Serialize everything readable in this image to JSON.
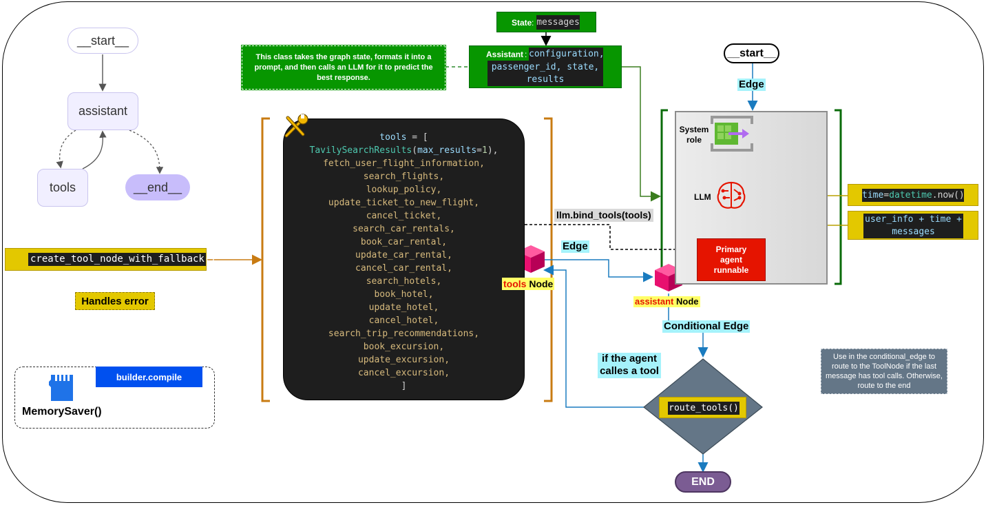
{
  "langgraph": {
    "start": "__start__",
    "assistant": "assistant",
    "tools": "tools",
    "end": "__end__"
  },
  "fallback": {
    "call": "create_tool_node_with_fallback()",
    "handles_error": "Handles error"
  },
  "memory": {
    "compile": "builder.compile",
    "saver": "MemorySaver()"
  },
  "state": {
    "label": "State",
    "value": "messages"
  },
  "assistant_box": {
    "label": "Assistant",
    "params_line1": "configuration,",
    "params_line2": "passenger_id, state,",
    "params_line3": "results"
  },
  "class_note": "This class takes the graph state, formats it into a prompt, and then calls an LLM for it to predict the best response.",
  "tools_list": {
    "open_var": "tools",
    "open_eq": " = [",
    "first_class": "TavilySearchResults",
    "first_arg": "max_results",
    "first_val": "1",
    "items": [
      "fetch_user_flight_information,",
      "search_flights,",
      "lookup_policy,",
      "update_ticket_to_new_flight,",
      "cancel_ticket,",
      "search_car_rentals,",
      "book_car_rental,",
      "update_car_rental,",
      "cancel_car_rental,",
      "search_hotels,",
      "book_hotel,",
      "update_hotel,",
      "cancel_hotel,",
      "search_trip_recommendations,",
      "book_excursion,",
      "update_excursion,",
      "cancel_excursion,"
    ],
    "close": "]"
  },
  "bind_tools": "llm.bind_tools(tools)",
  "edges": {
    "edge_top": "Edge",
    "edge_mid": "Edge",
    "conditional": "Conditional Edge",
    "if_agent": "if the agent\ncalles a tool"
  },
  "nodes": {
    "tools_prefix": "tools",
    "tools_suffix": " Node",
    "assistant_prefix": "assistant",
    "assistant_suffix": " Node"
  },
  "right_graph": {
    "start": "__start__",
    "system_role": "System\nrole",
    "llm": "LLM",
    "runnable": "Primary\nagent\nrunnable",
    "time_var": "time",
    "time_fn": "datetime",
    "time_call": ".now()",
    "user_info_line1": "user_info + time +",
    "user_info_line2": "messages",
    "route": "route_tools()",
    "end": "END"
  },
  "conditional_note": "Use in the conditional_edge to route to the ToolNode if the last message has tool calls. Otherwise, route to the end",
  "colors": {
    "yellow": "#e3c800",
    "green": "#079600",
    "green_dark": "#0a6b0a",
    "cyan": "#a5f2fb",
    "blue": "#1a7bbf",
    "orange": "#c87b12",
    "gold": "#b8a000",
    "red": "#e51400",
    "pink": "#e8106f",
    "slate": "#647687",
    "end_purple": "#7b5c93",
    "compile_blue": "#0050ef"
  }
}
